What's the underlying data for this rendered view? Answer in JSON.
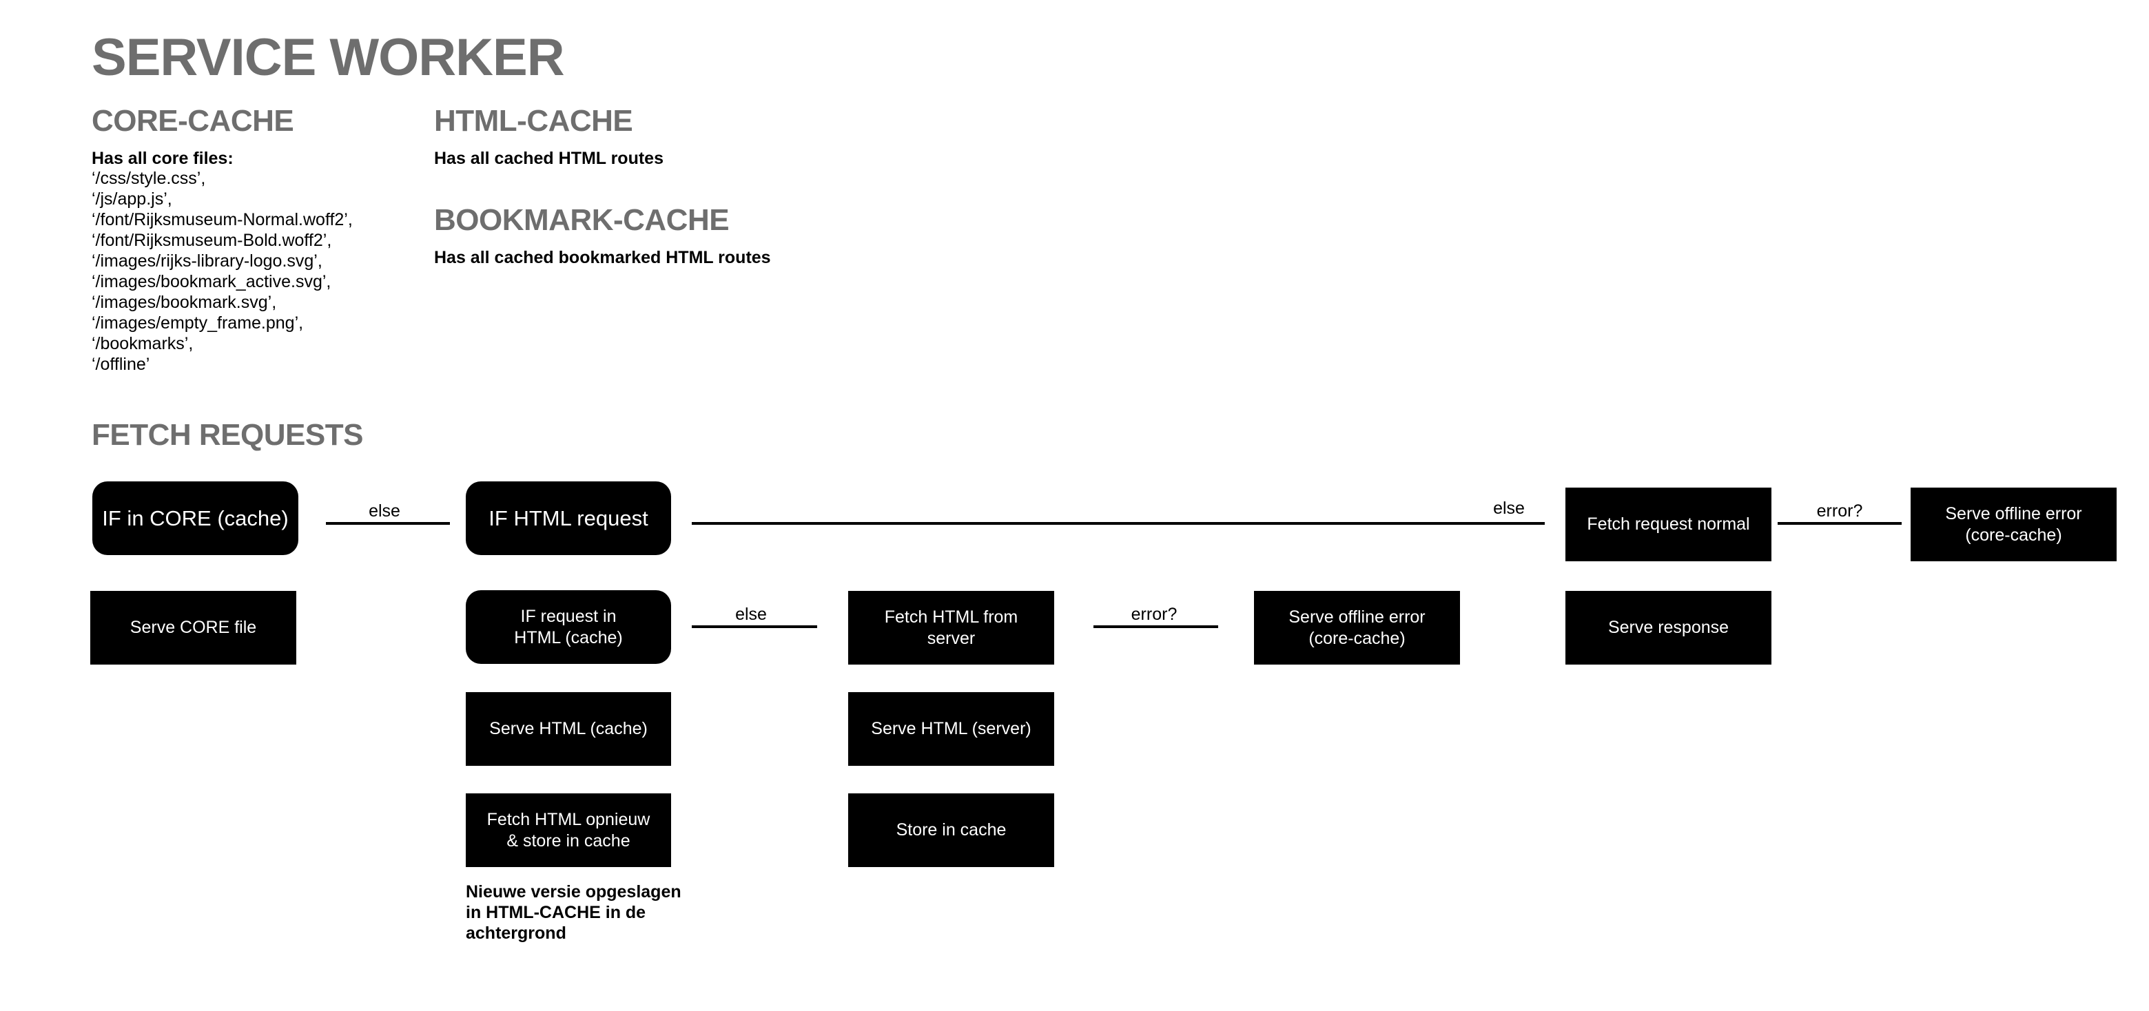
{
  "title": "SERVICE WORKER",
  "core_cache": {
    "heading": "CORE-CACHE",
    "subtitle": "Has all core files:",
    "files": [
      "‘/css/style.css’,",
      "‘/js/app.js’,",
      "‘/font/Rijksmuseum-Normal.woff2’,",
      "‘/font/Rijksmuseum-Bold.woff2’,",
      "‘/images/rijks-library-logo.svg’,",
      "‘/images/bookmark_active.svg’,",
      "‘/images/bookmark.svg’,",
      "‘/images/empty_frame.png’,",
      "‘/bookmarks’,",
      "‘/offline’"
    ]
  },
  "html_cache": {
    "heading": "HTML-CACHE",
    "subtitle": "Has all cached HTML routes"
  },
  "bookmark_cache": {
    "heading": "BOOKMARK-CACHE",
    "subtitle": "Has all cached bookmarked HTML routes"
  },
  "fetch": {
    "heading": "FETCH REQUESTS",
    "nodes": {
      "if_core": "IF in CORE (cache)",
      "if_html": "IF HTML request",
      "fetch_normal": "Fetch request normal",
      "offline_error_top": "Serve offline error (core-cache)",
      "serve_core": "Serve CORE file",
      "if_html_cache": "IF request in HTML (cache)",
      "fetch_html_server": "Fetch HTML from server",
      "offline_error_mid": "Serve offline error (core-cache)",
      "serve_response": "Serve response",
      "serve_html_cache": "Serve HTML (cache)",
      "serve_html_server": "Serve HTML (server)",
      "fetch_html_again": "Fetch HTML opnieuw & store in cache",
      "store_in_cache": "Store in cache"
    },
    "edges": {
      "else_1": "else",
      "else_2": "else",
      "error_1": "error?",
      "else_3": "else",
      "error_2": "error?"
    },
    "note": "Nieuwe versie opgeslagen in HTML-CACHE in de achtergrond"
  }
}
